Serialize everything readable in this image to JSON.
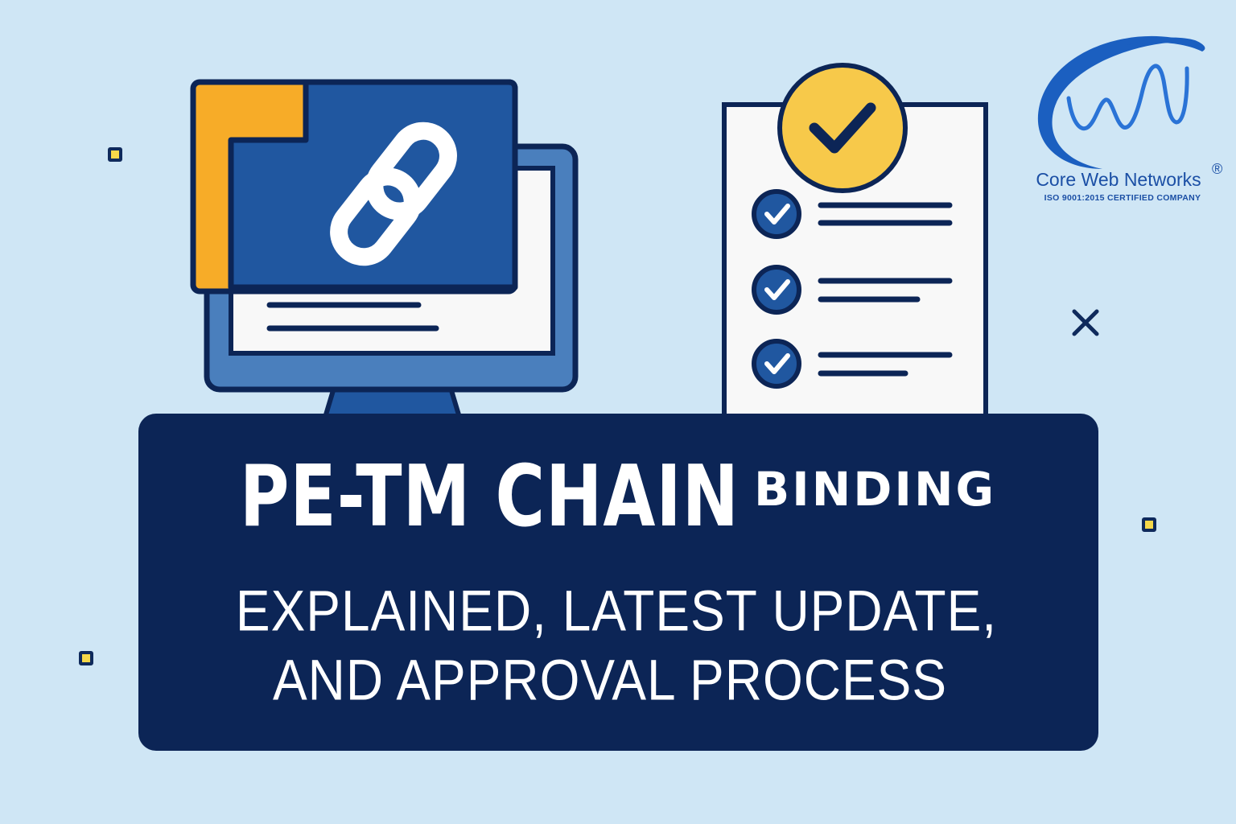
{
  "title": {
    "main": "PE-TM CHAIN",
    "accent": "BINDING",
    "subtitle_line1": "EXPLAINED, LATEST UPDATE,",
    "subtitle_line2": "AND APPROVAL PROCESS"
  },
  "logo": {
    "name": "Core Web Networks",
    "registered_mark": "®",
    "tagline": "ISO 9001:2015 CERTIFIED COMPANY"
  },
  "icons": [
    "monitor-icon",
    "chain-link-icon",
    "checklist-icon",
    "check-circle-icon",
    "close-icon"
  ],
  "colors": {
    "background": "#cfe6f5",
    "navy": "#0c2556",
    "blue": "#2057a0",
    "monitor_blue": "#4a7fbd",
    "orange": "#f7ac28",
    "yellow": "#f7c94a",
    "logo_blue": "#1b4fa5"
  }
}
